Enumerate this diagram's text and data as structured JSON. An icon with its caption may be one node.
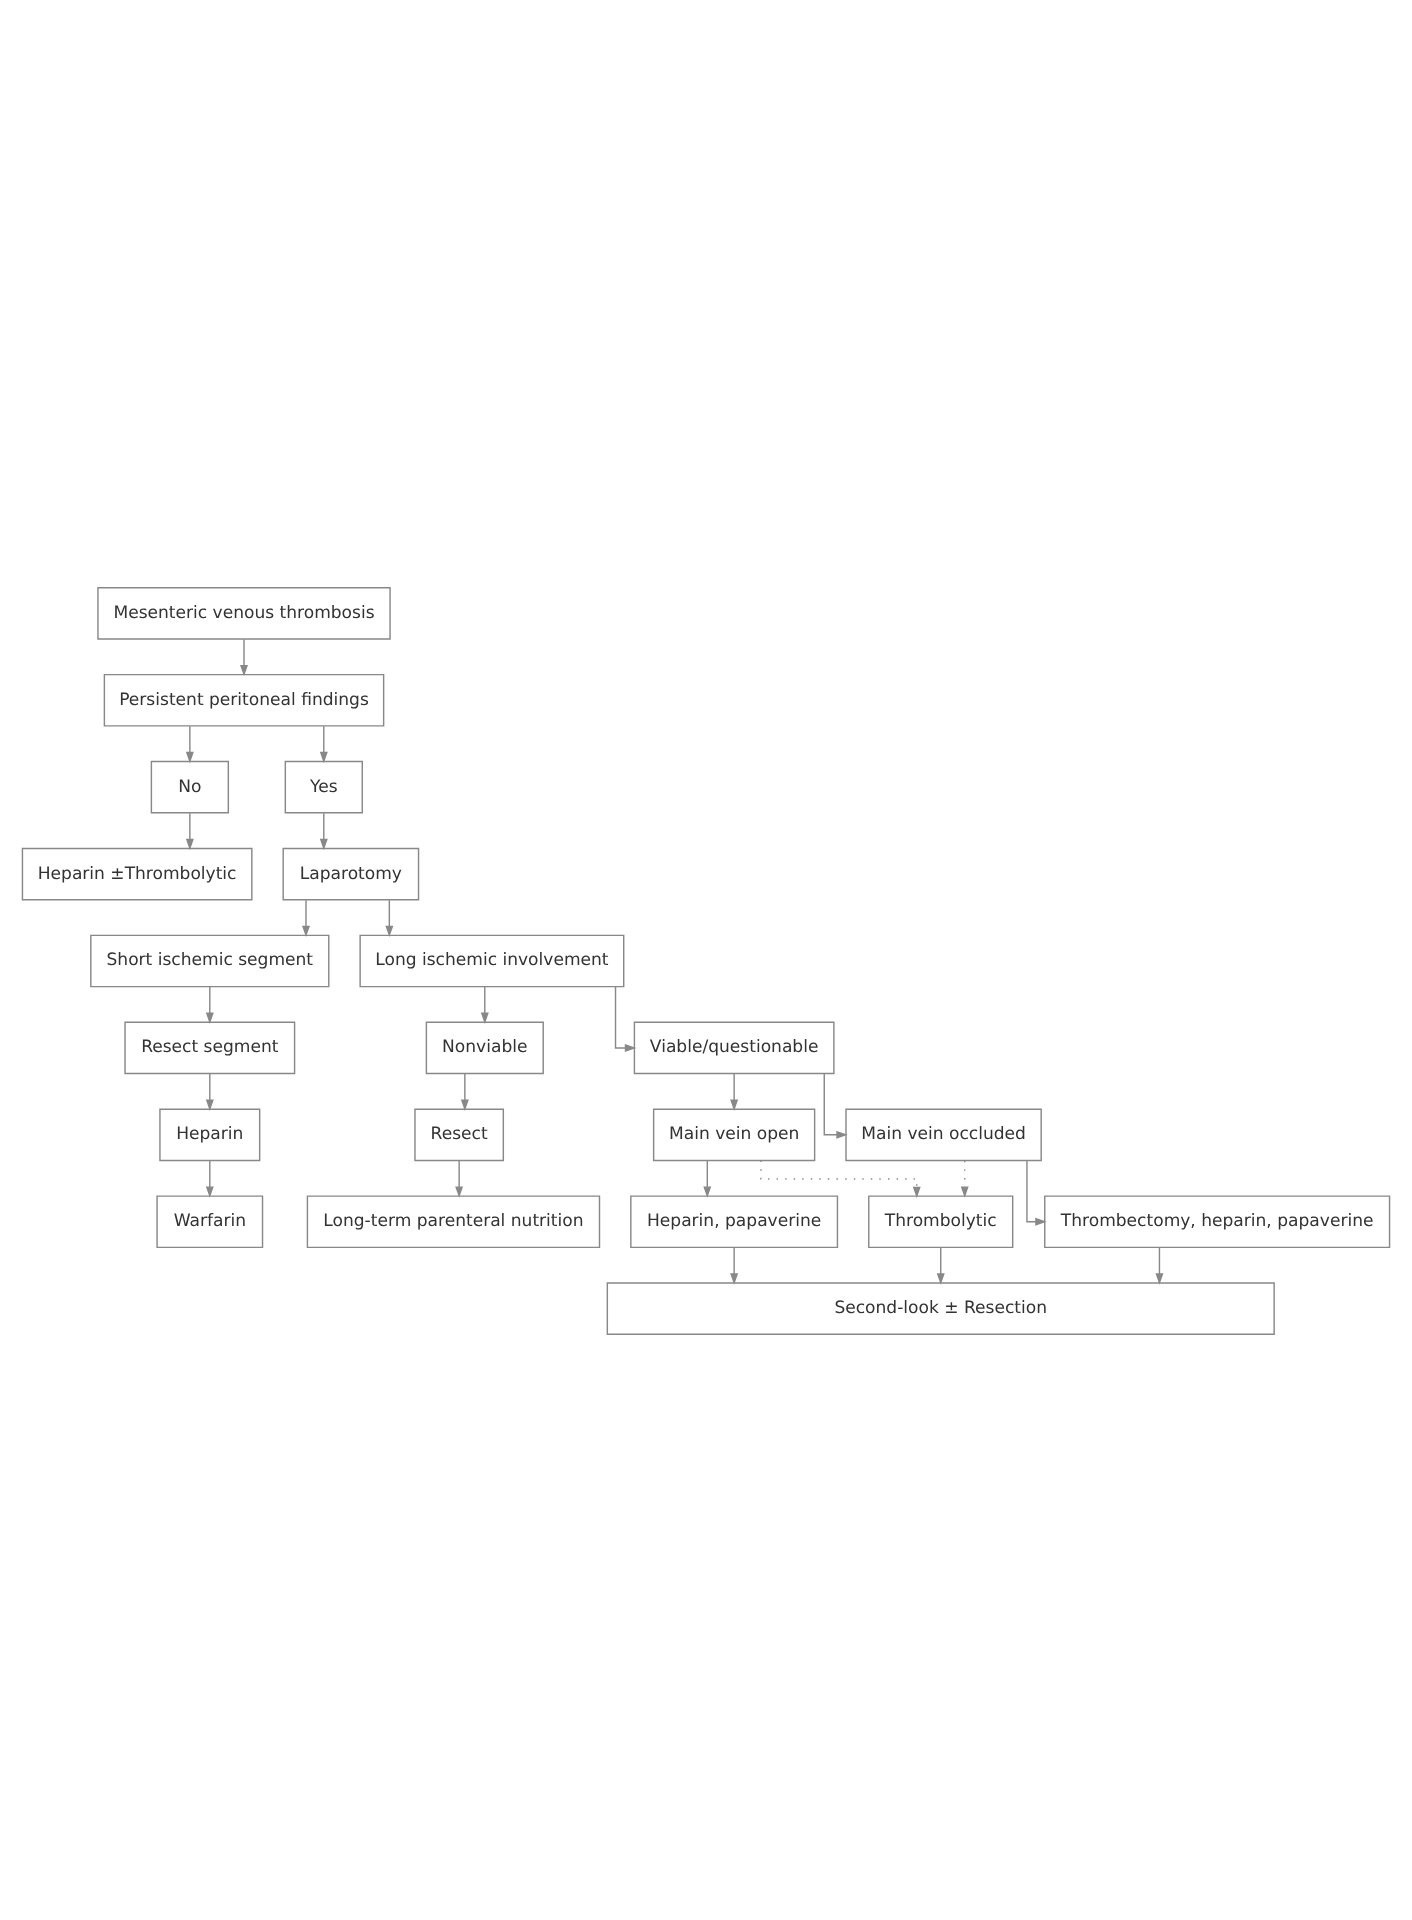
{
  "diagram": {
    "nodes": [
      {
        "text": [
          "Mesenteric venous thrombosis"
        ]
      },
      {
        "text": [
          "Persistent peritoneal findings"
        ]
      },
      {
        "text": [
          "No"
        ]
      },
      {
        "text": [
          "Yes"
        ]
      },
      {
        "text": [
          "Heparin ±Thrombolytic"
        ]
      },
      {
        "text": [
          "Laparotomy"
        ]
      },
      {
        "text": [
          "Short ischemic segment"
        ]
      },
      {
        "text": [
          "Long ischemic involvement"
        ]
      },
      {
        "text": [
          "Resect segment"
        ]
      },
      {
        "text": [
          "Heparin"
        ]
      },
      {
        "text": [
          "Warfarin"
        ]
      },
      {
        "text": [
          "Nonviable"
        ]
      },
      {
        "text": [
          "Viable/questionable"
        ]
      },
      {
        "text": [
          "Resect"
        ]
      },
      {
        "text": [
          "Long-term parenteral nutrition"
        ]
      },
      {
        "text": [
          "Main vein open"
        ]
      },
      {
        "text": [
          "Main vein occluded"
        ]
      },
      {
        "text": [
          "Heparin, papaverine"
        ]
      },
      {
        "text": [
          "Thrombolytic"
        ]
      },
      {
        "text": [
          "Thrombectomy, heparin, papaverine"
        ]
      },
      {
        "text": [
          "Second-look ± Resection"
        ]
      }
    ],
    "edges": [
      {
        "from": 0,
        "to": 1,
        "arrow": "to"
      },
      {
        "from": 1,
        "to": 2,
        "arrow": "to"
      },
      {
        "from": 1,
        "to": 3,
        "arrow": "to"
      },
      {
        "from": 2,
        "to": 4,
        "arrow": "to"
      },
      {
        "from": 3,
        "to": 5,
        "arrow": "to"
      },
      {
        "from": 5,
        "to": 6,
        "arrow": "to"
      },
      {
        "from": 5,
        "to": 7,
        "arrow": "to"
      },
      {
        "from": 6,
        "to": 8,
        "arrow": "to"
      },
      {
        "from": 8,
        "to": 9,
        "arrow": "to"
      },
      {
        "from": 9,
        "to": 10,
        "arrow": "to"
      },
      {
        "from": 7,
        "to": 11,
        "arrow": "to"
      },
      {
        "from": 7,
        "to": 12,
        "arrow": "to"
      },
      {
        "from": 11,
        "to": 13,
        "arrow": "to"
      },
      {
        "from": 13,
        "to": 14,
        "arrow": "to"
      },
      {
        "from": 12,
        "to": 15,
        "arrow": "to"
      },
      {
        "from": 12,
        "to": 16,
        "arrow": "to"
      },
      {
        "from": 15,
        "to": 17,
        "arrow": "to"
      },
      {
        "from": 15,
        "to": 18,
        "arrow": "to",
        "style": "dashed"
      },
      {
        "from": 16,
        "to": 18,
        "arrow": "to",
        "style": "dashed"
      },
      {
        "from": 16,
        "to": 19,
        "arrow": "to"
      },
      {
        "from": 17,
        "to": 20,
        "arrow": "to"
      },
      {
        "from": 18,
        "to": 20,
        "arrow": "to"
      },
      {
        "from": 19,
        "to": 20,
        "arrow": "to"
      }
    ]
  }
}
